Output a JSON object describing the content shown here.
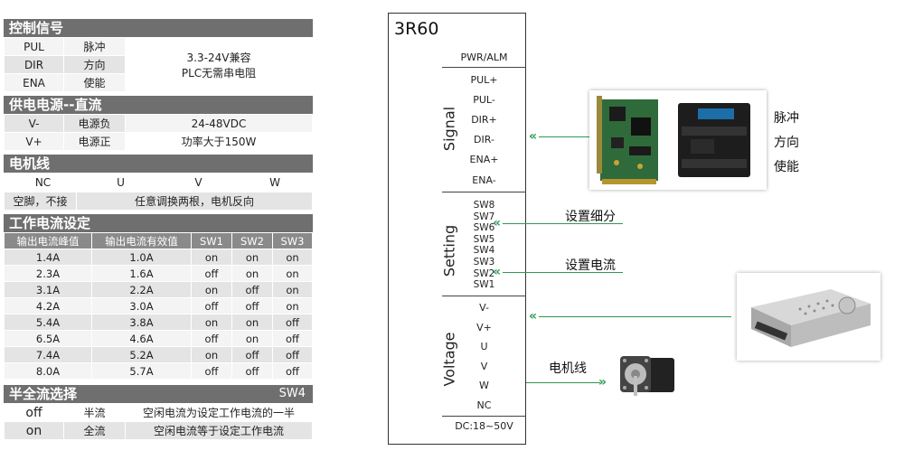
{
  "control": {
    "title": "控制信号",
    "rows": [
      {
        "a": "PUL",
        "b": "脉冲"
      },
      {
        "a": "DIR",
        "b": "方向"
      },
      {
        "a": "ENA",
        "b": "使能"
      }
    ],
    "note1": "3.3-24V兼容",
    "note2": "PLC无需串电阻"
  },
  "power": {
    "title": "供电电源--直流",
    "rows": [
      {
        "a": "V-",
        "b": "电源负",
        "c": "24-48VDC"
      },
      {
        "a": "V+",
        "b": "电源正",
        "c": "功率大于150W"
      }
    ]
  },
  "motor": {
    "title": "电机线",
    "cols": [
      "NC",
      "U",
      "V",
      "W"
    ],
    "left": "空脚，不接",
    "right": "任意调换两根，电机反向"
  },
  "current": {
    "title": "工作电流设定",
    "headers": [
      "输出电流峰值",
      "输出电流有效值",
      "SW1",
      "SW2",
      "SW3"
    ],
    "rows": [
      [
        "1.4A",
        "1.0A",
        "on",
        "on",
        "on"
      ],
      [
        "2.3A",
        "1.6A",
        "off",
        "on",
        "on"
      ],
      [
        "3.1A",
        "2.2A",
        "on",
        "off",
        "on"
      ],
      [
        "4.2A",
        "3.0A",
        "off",
        "off",
        "on"
      ],
      [
        "5.4A",
        "3.8A",
        "on",
        "on",
        "off"
      ],
      [
        "6.5A",
        "4.6A",
        "off",
        "on",
        "off"
      ],
      [
        "7.4A",
        "5.2A",
        "on",
        "off",
        "off"
      ],
      [
        "8.0A",
        "5.7A",
        "off",
        "off",
        "off"
      ]
    ]
  },
  "half": {
    "title": "半全流选择",
    "sw": "SW4",
    "rows": [
      [
        "off",
        "半流",
        "空闲电流为设定工作电流的一半"
      ],
      [
        "on",
        "全流",
        "空闲电流等于设定工作电流"
      ]
    ]
  },
  "diagram": {
    "model": "3R60",
    "pwr": "PWR/ALM",
    "signal_label": "Signal",
    "signal_pins": [
      "PUL+",
      "PUL-",
      "DIR+",
      "DIR-",
      "ENA+",
      "ENA-"
    ],
    "setting_label": "Setting",
    "setting_pins": [
      "SW8",
      "SW7",
      "SW6",
      "SW5",
      "SW4",
      "SW3",
      "SW2",
      "SW1"
    ],
    "voltage_label": "Voltage",
    "voltage_pins": [
      "V-",
      "V+",
      "U",
      "V",
      "W",
      "NC"
    ],
    "dc": "DC:18~50V",
    "labels": {
      "pulse": "脉冲",
      "direction": "方向",
      "enable": "使能",
      "microstep": "设置细分",
      "current": "设置电流",
      "motor_wire": "电机线"
    }
  },
  "colors": {
    "header": "#6f6f6f",
    "arrow": "#2e9a4f"
  }
}
